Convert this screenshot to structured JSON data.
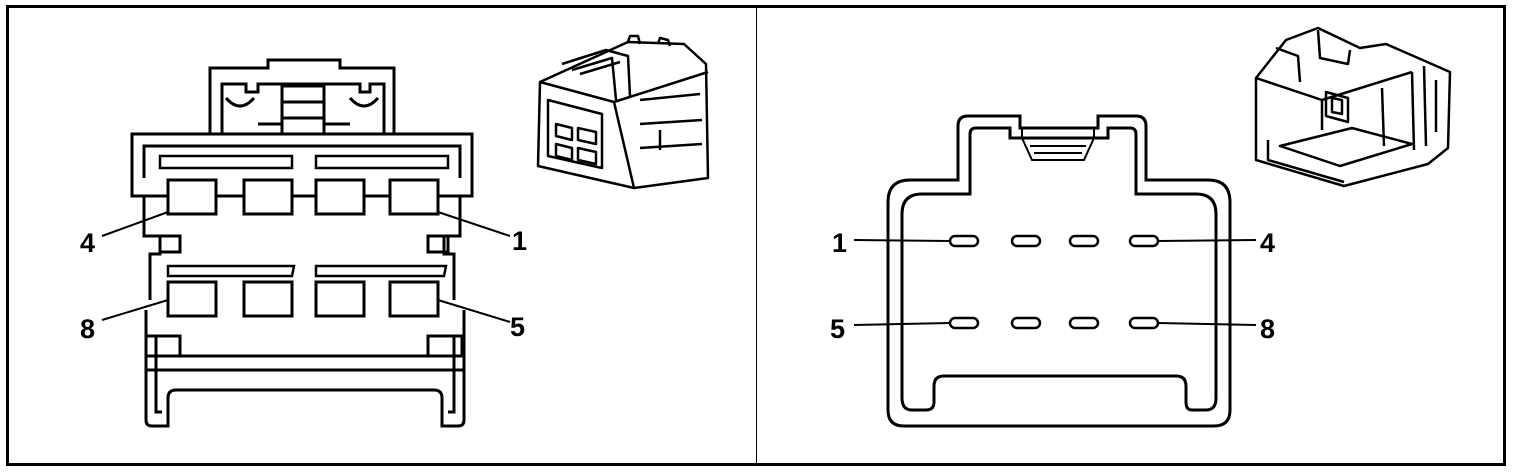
{
  "female_connector": {
    "pin_labels": {
      "top_left": "4",
      "top_right": "1",
      "bottom_left": "8",
      "bottom_right": "5"
    }
  },
  "male_connector": {
    "pin_labels": {
      "top_left": "1",
      "top_right": "4",
      "bottom_left": "5",
      "bottom_right": "8"
    }
  },
  "colors": {
    "line": "#000000",
    "background": "#ffffff"
  }
}
